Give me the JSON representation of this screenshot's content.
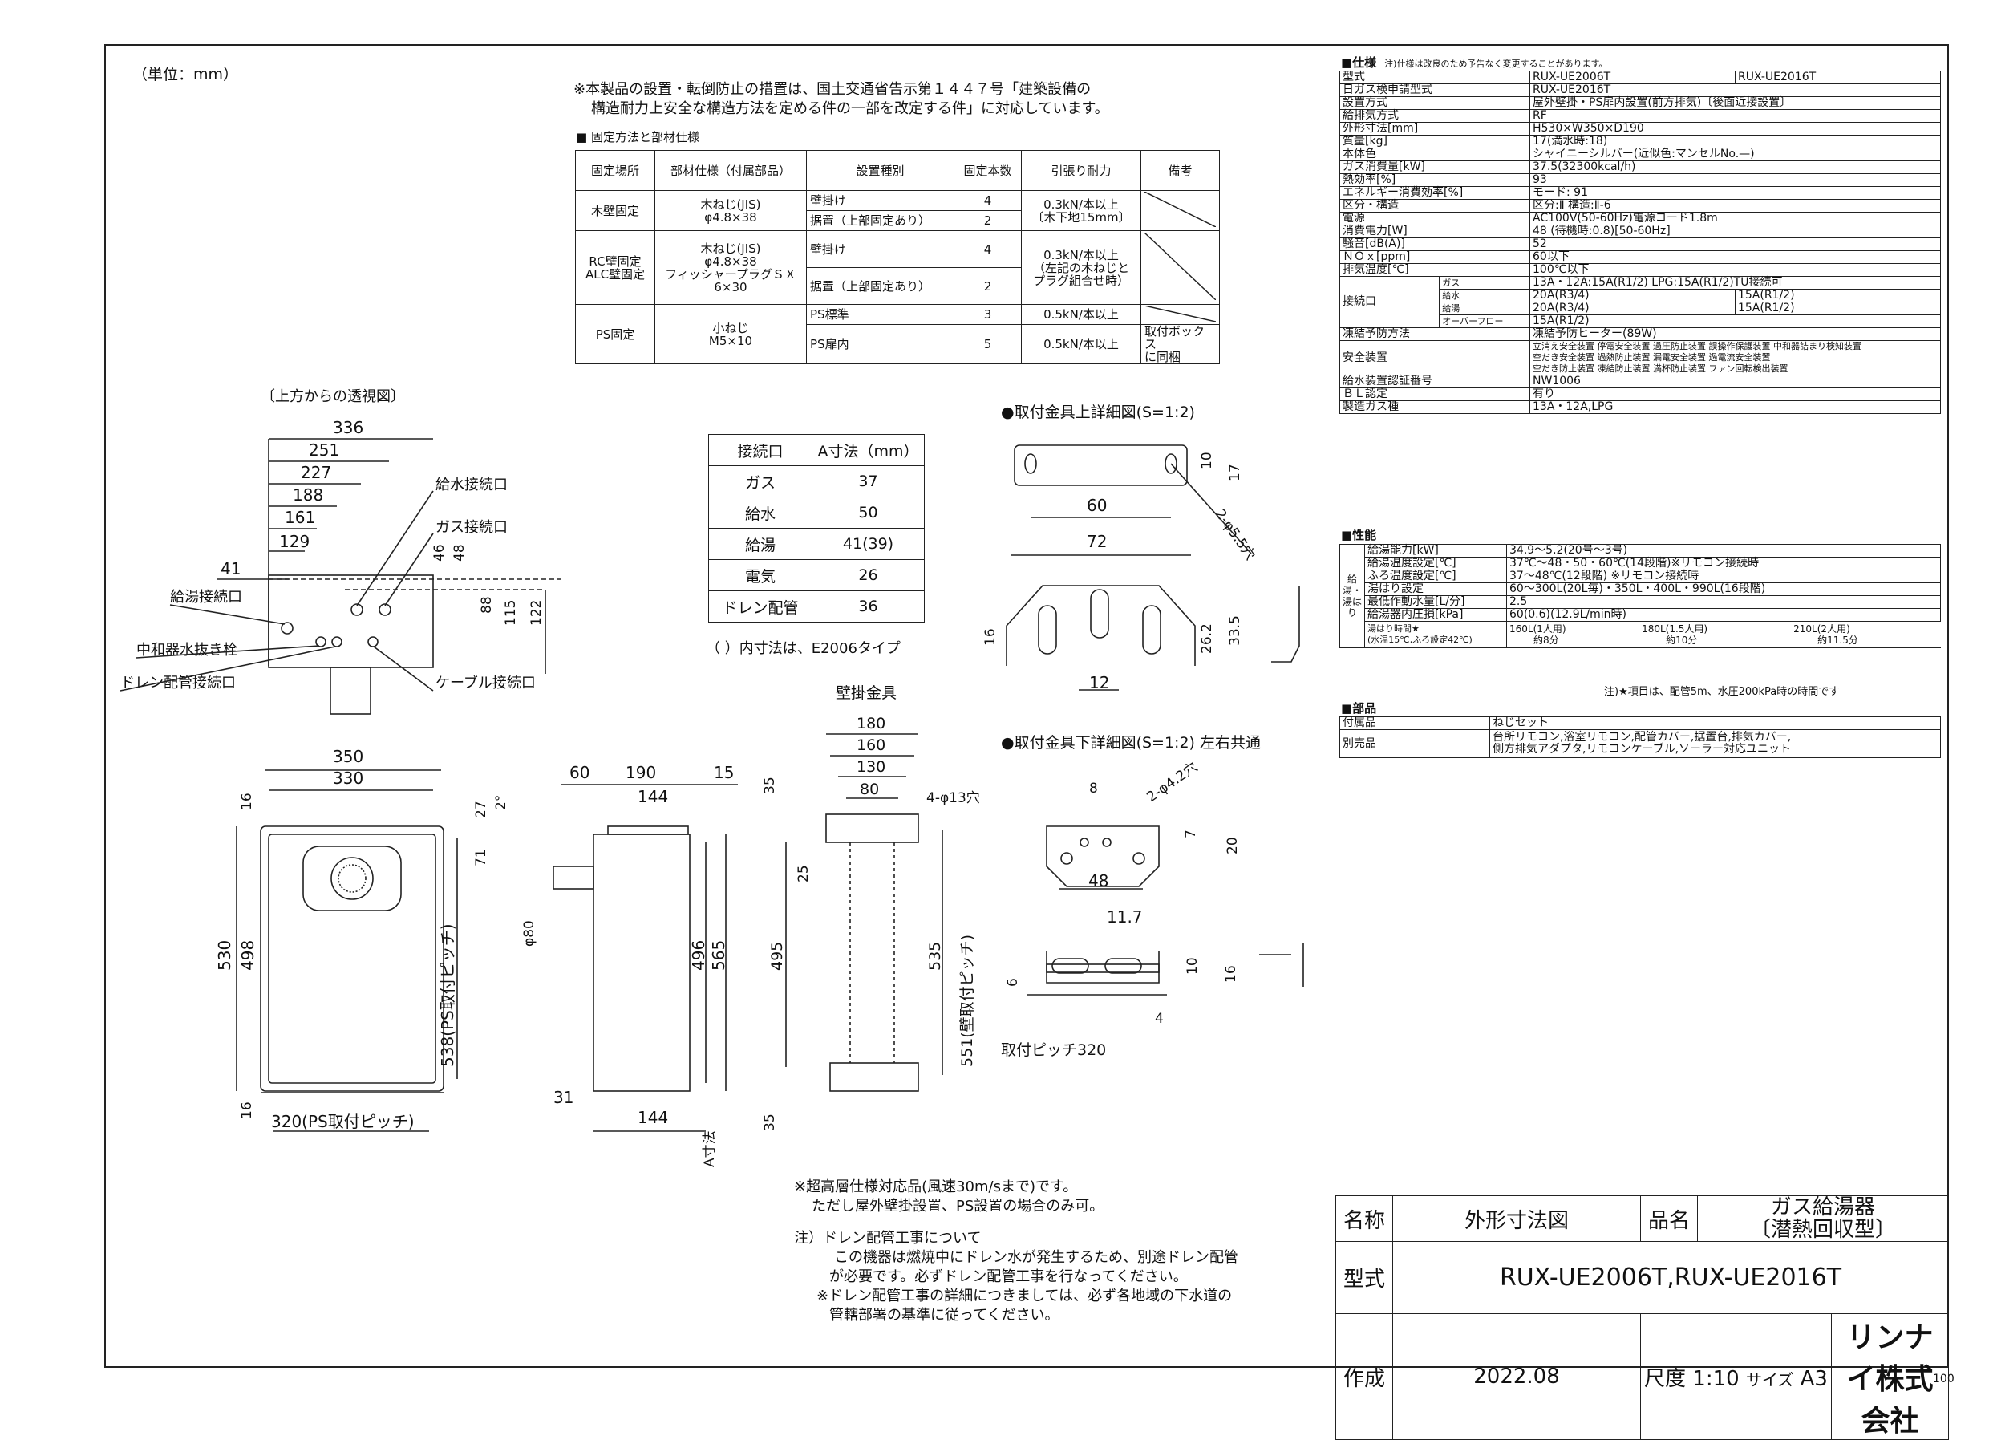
{
  "unit": "（単位：mm）",
  "notice": [
    "※本製品の設置・転倒防止の措置は、国土交通省告示第１４４７号「建築設備の",
    "構造耐力上安全な構造方法を定める件の一部を改定する件」に対応しています。"
  ],
  "fix_title": "■ 固定方法と部材仕様",
  "fix_headers": [
    "固定場所",
    "部材仕様（付属部品）",
    "設置種別",
    "固定本数",
    "引張り耐力",
    "備考"
  ],
  "fix": {
    "wood_place": "木壁固定",
    "wood_spec": [
      "木ねじ(JIS)",
      "φ4.8×38"
    ],
    "wood_r1": [
      "壁掛け",
      "4"
    ],
    "wood_r2": [
      "据置（上部固定あり）",
      "2"
    ],
    "wood_tensile": [
      "0.3kN/本以上",
      "〔木下地15mm〕"
    ],
    "rc_place": [
      "RC壁固定",
      "ALC壁固定"
    ],
    "rc_spec": [
      "木ねじ(JIS)",
      "φ4.8×38",
      "フィッシャープラグＳＸ",
      "6×30"
    ],
    "rc_r1": [
      "壁掛け",
      "4"
    ],
    "rc_r2": [
      "据置（上部固定あり）",
      "2"
    ],
    "rc_tensile": [
      "0.3kN/本以上",
      "（左記の木ねじと",
      "プラグ組合せ時）"
    ],
    "ps_place": "PS固定",
    "ps_spec": [
      "小ねじ",
      "M5×10"
    ],
    "ps_r1": [
      "PS標準",
      "3",
      "0.5kN/本以上"
    ],
    "ps_r2": [
      "PS扉内",
      "5",
      "0.5kN/本以上"
    ],
    "ps_note": [
      "取付ボックス",
      "に同梱"
    ]
  },
  "conn_headers": [
    "接続口",
    "A寸法（mm）"
  ],
  "conn_rows": [
    [
      "ガス",
      "37"
    ],
    [
      "給水",
      "50"
    ],
    [
      "給湯",
      "41(39)"
    ],
    [
      "電気",
      "26"
    ],
    [
      "ドレン配管",
      "36"
    ]
  ],
  "conn_note": "（ ）内寸法は、E2006タイプ",
  "top_view": {
    "title": "〔上方からの透視図〕",
    "dims": [
      "336",
      "251",
      "227",
      "188",
      "161",
      "129",
      "41",
      "46",
      "48",
      "88",
      "115",
      "122"
    ],
    "labels": [
      "給水接続口",
      "ガス接続口",
      "給湯接続口",
      "中和器水抜き栓",
      "ドレン配管接続口",
      "ケーブル接続口"
    ]
  },
  "front_view": {
    "dims": [
      "350",
      "330",
      "16",
      "530",
      "498",
      "538(PS取付ピッチ)",
      "16",
      "320(PS取付ピッチ)"
    ]
  },
  "side_view": {
    "dims": [
      "60",
      "190",
      "15",
      "144",
      "27",
      "2°",
      "71",
      "φ80",
      "496",
      "565",
      "31",
      "144",
      "A寸法"
    ]
  },
  "wall_bracket": {
    "title": "壁掛金具",
    "dims": [
      "180",
      "160",
      "130",
      "80",
      "4-φ13穴",
      "35",
      "25",
      "495",
      "535",
      "551(壁取付ピッチ)",
      "35"
    ]
  },
  "upper_detail": {
    "title": "●取付金具上詳細図(S=1:2)",
    "dims": [
      "10",
      "17",
      "60",
      "2-φ5.5穴",
      "72",
      "16",
      "26.2",
      "33.5",
      "12"
    ]
  },
  "lower_detail": {
    "title": "●取付金具下詳細図(S=1:2) 左右共通",
    "dims": [
      "8",
      "2-φ4.2穴",
      "7",
      "20",
      "48",
      "11.7",
      "6",
      "10",
      "16",
      "4",
      "取付ピッチ320"
    ]
  },
  "spec": {
    "title": "■仕様",
    "note": "注)仕様は改良のため予告なく変更することがあります。",
    "rows": [
      [
        "型式",
        "RUX-UE2006T",
        "RUX-UE2016T"
      ],
      [
        "日ガス検申請型式",
        "RUX-UE2016T",
        ""
      ],
      [
        "設置方式",
        "屋外壁掛・PS扉内設置(前方排気)〔後面近接設置〕",
        ""
      ],
      [
        "給排気方式",
        "RF",
        ""
      ],
      [
        "外形寸法[mm]",
        "H530×W350×D190",
        ""
      ],
      [
        "質量[kg]",
        "17(満水時:18)",
        ""
      ],
      [
        "本体色",
        "シャイニーシルバー(近似色:マンセルNo.—)",
        ""
      ],
      [
        "ガス消費量[kW]",
        "37.5(32300kcal/h)",
        ""
      ],
      [
        "熱効率[%]",
        "93",
        ""
      ],
      [
        "エネルギー消費効率[%]",
        "モード: 91",
        ""
      ],
      [
        "区分・構造",
        "区分:Ⅱ 構造:Ⅱ-6",
        ""
      ],
      [
        "電源",
        "AC100V(50-60Hz)電源コード1.8m",
        ""
      ],
      [
        "消費電力[W]",
        "48 (待機時:0.8)[50-60Hz]",
        ""
      ],
      [
        "騒音[dB(A)]",
        "52",
        ""
      ],
      [
        "ＮＯｘ[ppm]",
        "60以下",
        ""
      ],
      [
        "排気温度[℃]",
        "100℃以下",
        ""
      ]
    ],
    "connect_label": "接続口",
    "connect_rows": [
      [
        "ガス",
        "13A・12A:15A(R1/2) LPG:15A(R1/2)TU接続可",
        ""
      ],
      [
        "給水",
        "20A(R3/4)",
        "15A(R1/2)"
      ],
      [
        "給湯",
        "20A(R3/4)",
        "15A(R1/2)"
      ],
      [
        "オーバーフロー",
        "15A(R1/2)",
        ""
      ]
    ],
    "freeze": [
      "凍結予防方法",
      "凍結予防ヒーター(89W)"
    ],
    "safety_label": "安全装置",
    "safety": [
      "立消え安全装置 停電安全装置 過圧防止装置 誤操作保護装置 中和器詰まり検知装置",
      "空だき安全装置 過熱防止装置 漏電安全装置 過電流安全装置",
      "空だき防止装置 凍結防止装置 満杯防止装置 ファン回転検出装置"
    ],
    "tail": [
      [
        "給水装置認証番号",
        "NW1006"
      ],
      [
        "ＢＬ認定",
        "有り"
      ],
      [
        "製造ガス種",
        "13A・12A,LPG"
      ]
    ]
  },
  "perf": {
    "title": "■性能",
    "side": "給湯・湯はり",
    "rows": [
      [
        "給湯能力[kW]",
        "34.9～5.2(20号～3号)"
      ],
      [
        "給湯温度設定[℃]",
        "37℃～48・50・60℃(14段階)※リモコン接続時"
      ],
      [
        "ふろ温度設定[℃]",
        "37～48℃(12段階) ※リモコン接続時"
      ],
      [
        "湯はり設定",
        "60～300L(20L毎)・350L・400L・990L(16段階)"
      ],
      [
        "最低作動水量[L/分]",
        "2.5"
      ],
      [
        "給湯器内圧損[kPa]",
        "60(0.6)(12.9L/min時)"
      ]
    ],
    "time_label": [
      "湯はり時間★",
      "(水温15℃,ふろ設定42℃)"
    ],
    "time_values": [
      "160L(1人用)",
      "約8分",
      "180L(1.5人用)",
      "約10分",
      "210L(2人用)",
      "約11.5分"
    ],
    "note": "注)★項目は、配管5m、水圧200kPa時の時間です"
  },
  "parts": {
    "title": "■部品",
    "rows": [
      [
        "付属品",
        "ねじセット"
      ],
      [
        "別売品",
        "台所リモコン,浴室リモコン,配管カバー,据置台,排気カバー,",
        "側方排気アダプタ,リモコンケーブル,ソーラー対応ユニット"
      ]
    ]
  },
  "bottom_notes": [
    "※超高層仕様対応品(風速30m/sまで)です。",
    "ただし屋外壁掛設置、PS設置の場合のみ可。",
    "注）ドレン配管工事について",
    "この機器は燃焼中にドレン水が発生するため、別途ドレン配管",
    "が必要です。必ずドレン配管工事を行なってください。",
    "※ドレン配管工事の詳細につきましては、必ず各地域の下水道の",
    "管轄部署の基準に従ってください。"
  ],
  "title_block": {
    "name_label": "名称",
    "name": "外形寸法図",
    "product_label": "品名",
    "product": [
      "ガス給湯器",
      "〔潜熱回収型〕"
    ],
    "model_label": "型式",
    "model": "RUX-UE2006T,RUX-UE2016T",
    "made_label": "作成",
    "date": "2022.08",
    "scale_label": "尺度",
    "scale": "1:10",
    "size_label": "サイズ",
    "size": "A3",
    "company": "リンナイ株式会社"
  },
  "page_number": "100"
}
